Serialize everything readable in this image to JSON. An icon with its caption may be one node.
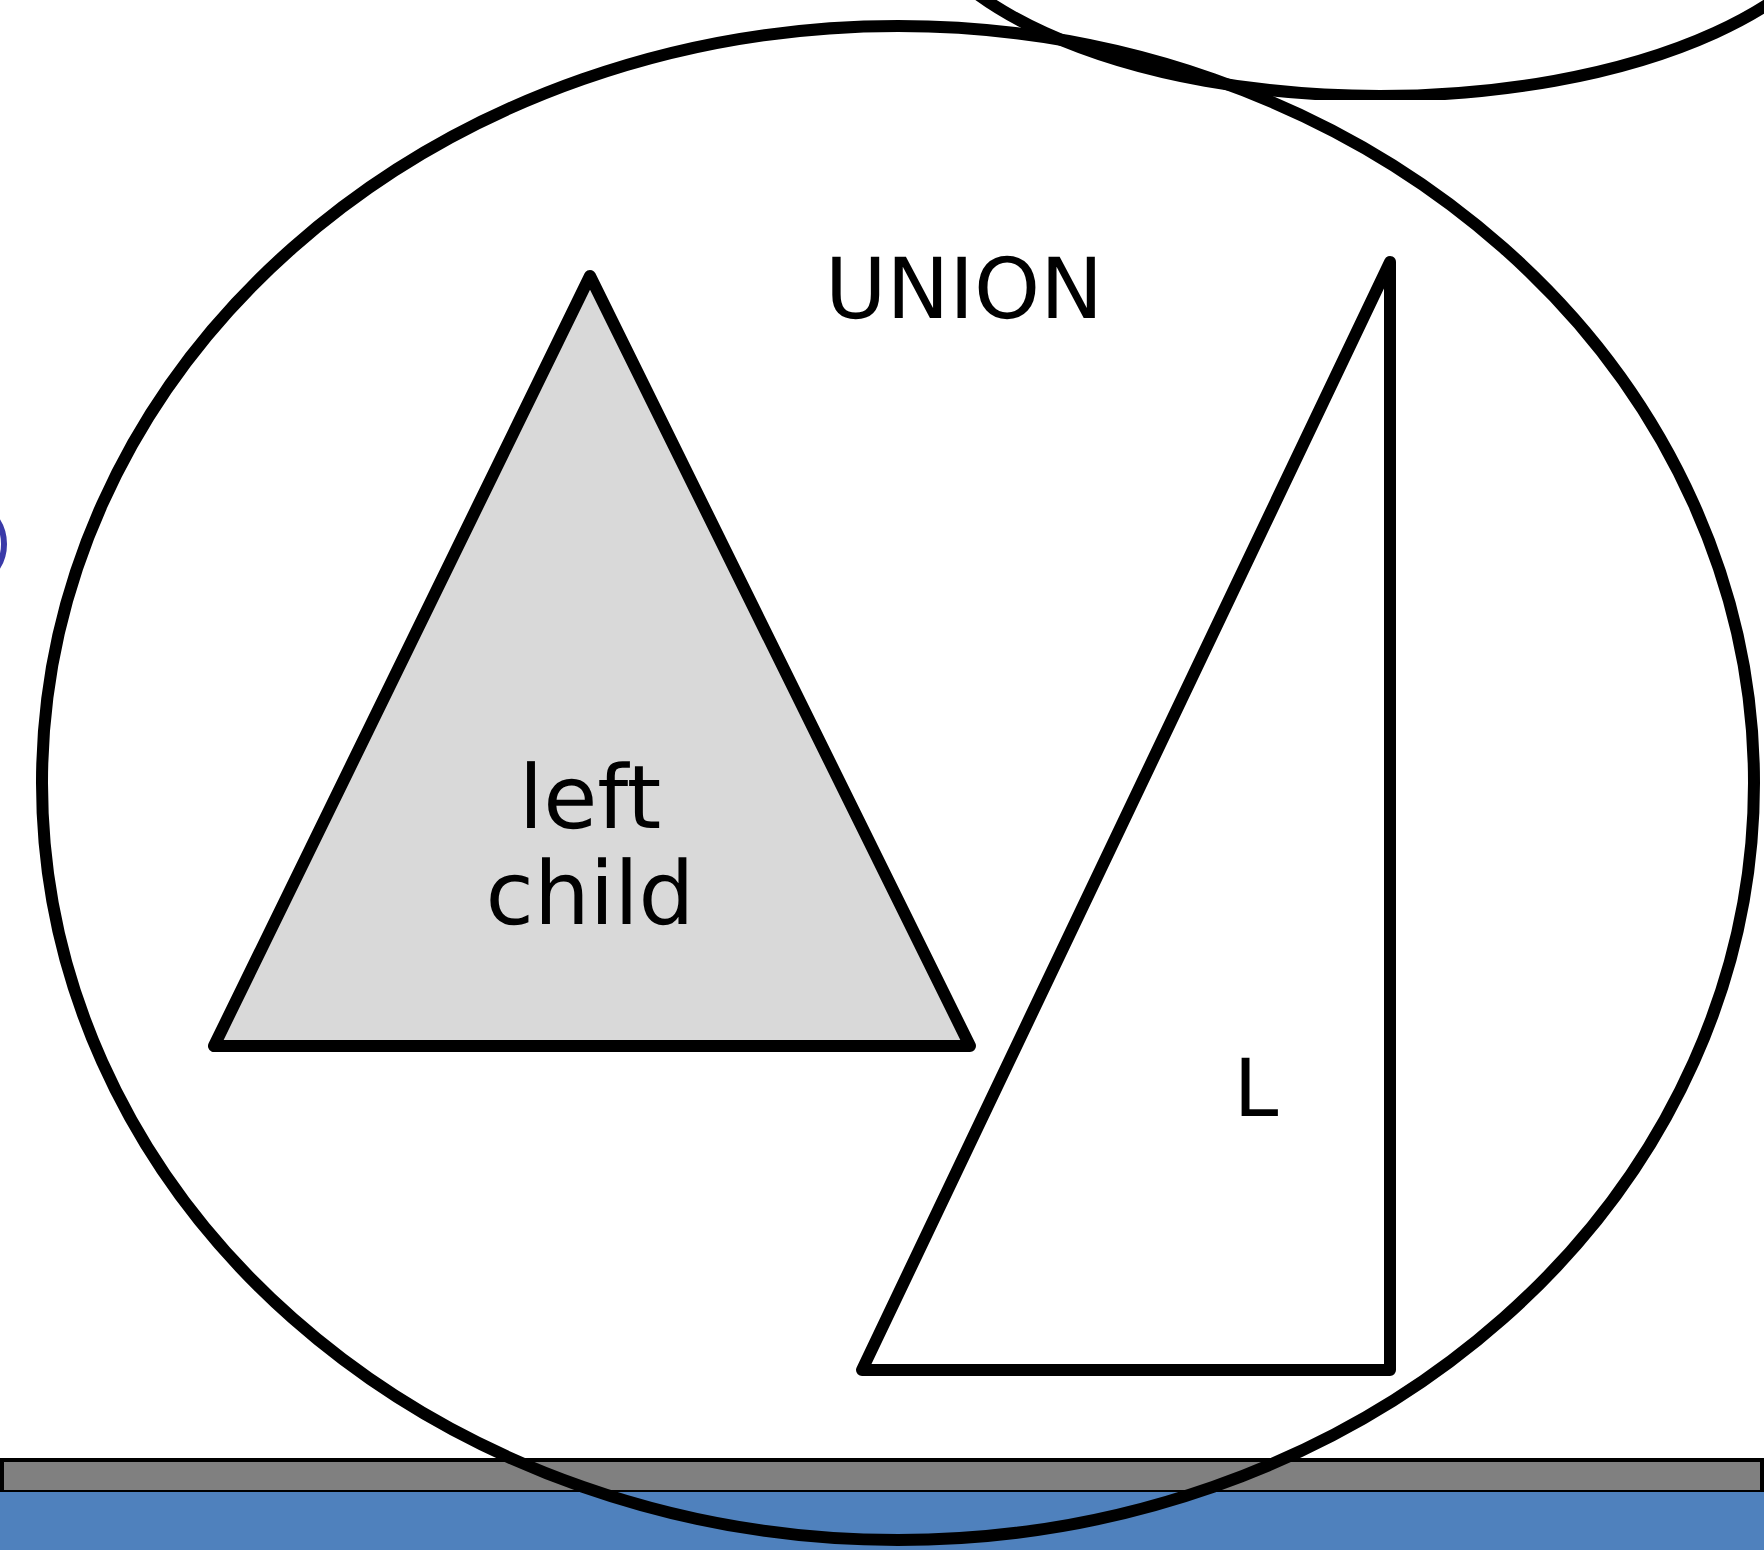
{
  "diagram": {
    "nodes": [
      {
        "text": [],
        "shape": "circle"
      },
      {
        "text": [
          "UNION"
        ]
      },
      {
        "text": [
          "left child"
        ],
        "in": 1
      },
      {
        "text": [
          "L"
        ],
        "in": 1
      }
    ]
  }
}
